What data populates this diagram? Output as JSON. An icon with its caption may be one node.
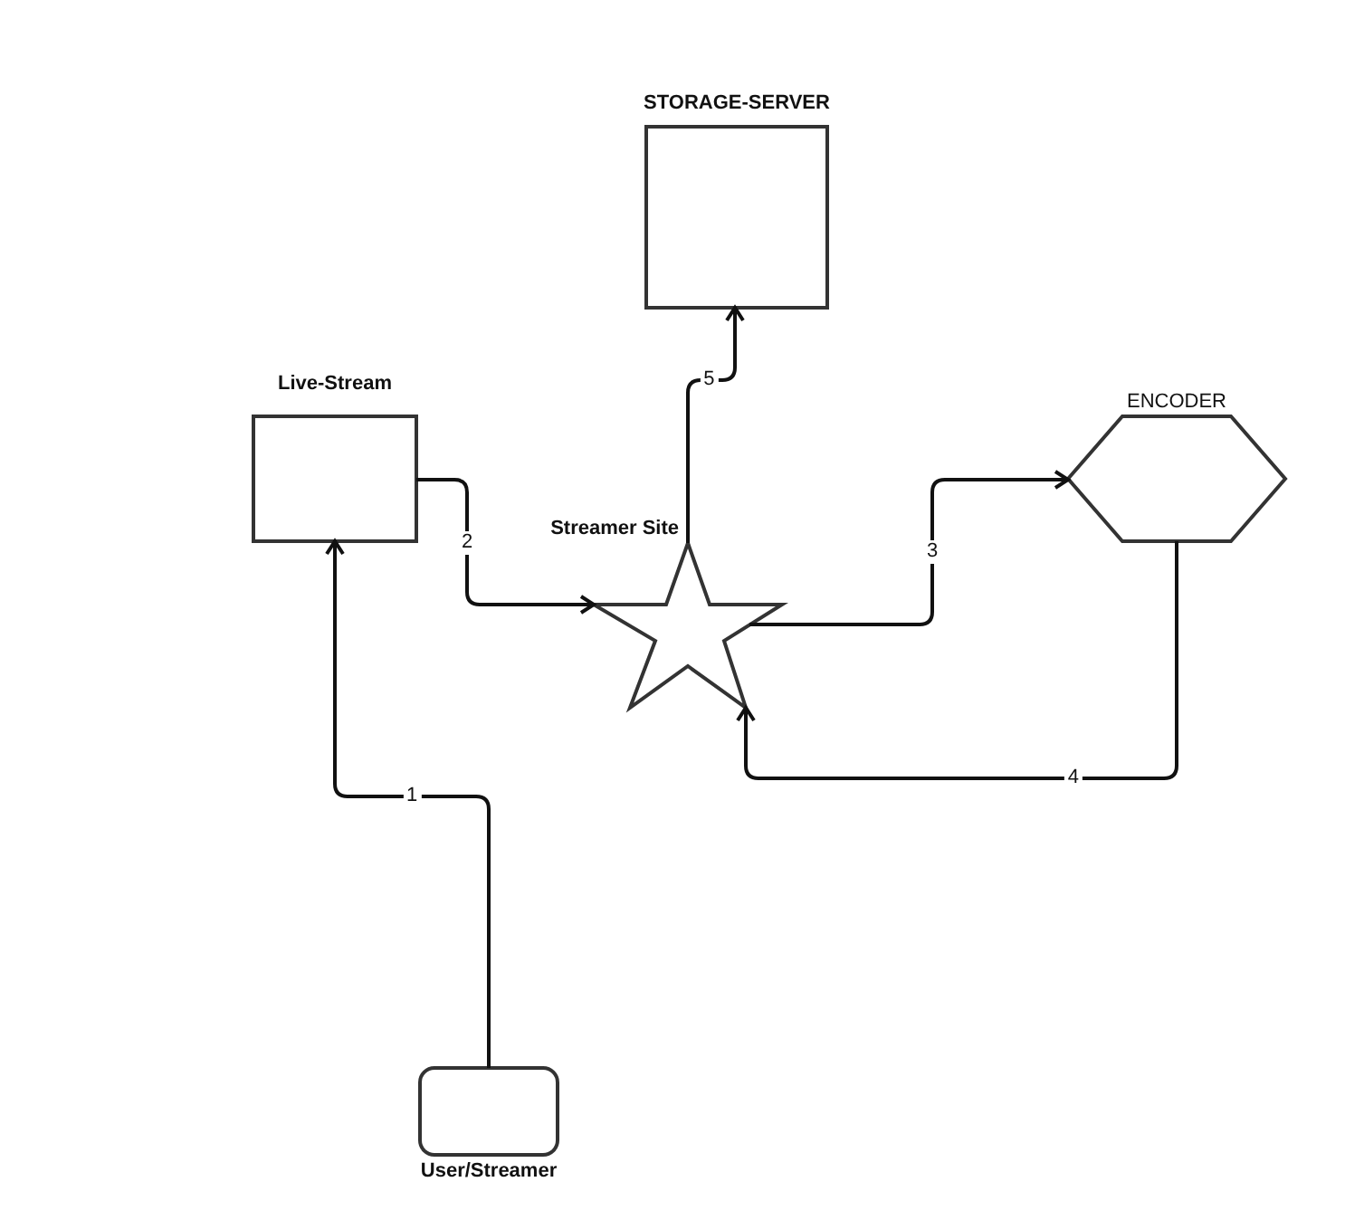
{
  "diagram": {
    "nodes": [
      {
        "text": [
          "STORAGE-SERVER"
        ]
      },
      {
        "text": [
          "Live-Stream"
        ]
      },
      {
        "text": [
          "Streamer Site"
        ]
      },
      {
        "text": [
          "ENCODER"
        ]
      },
      {
        "text": [
          "User/Streamer"
        ]
      }
    ],
    "edges": [
      {
        "from": 4,
        "to": 1,
        "arrow": "to",
        "label": "1"
      },
      {
        "from": 1,
        "to": 2,
        "arrow": "to",
        "label": "2"
      },
      {
        "from": 2,
        "to": 3,
        "arrow": "to",
        "label": "3"
      },
      {
        "from": 3,
        "to": 2,
        "arrow": "to",
        "label": "4"
      },
      {
        "from": 2,
        "to": 0,
        "arrow": "to",
        "label": "5"
      }
    ]
  }
}
